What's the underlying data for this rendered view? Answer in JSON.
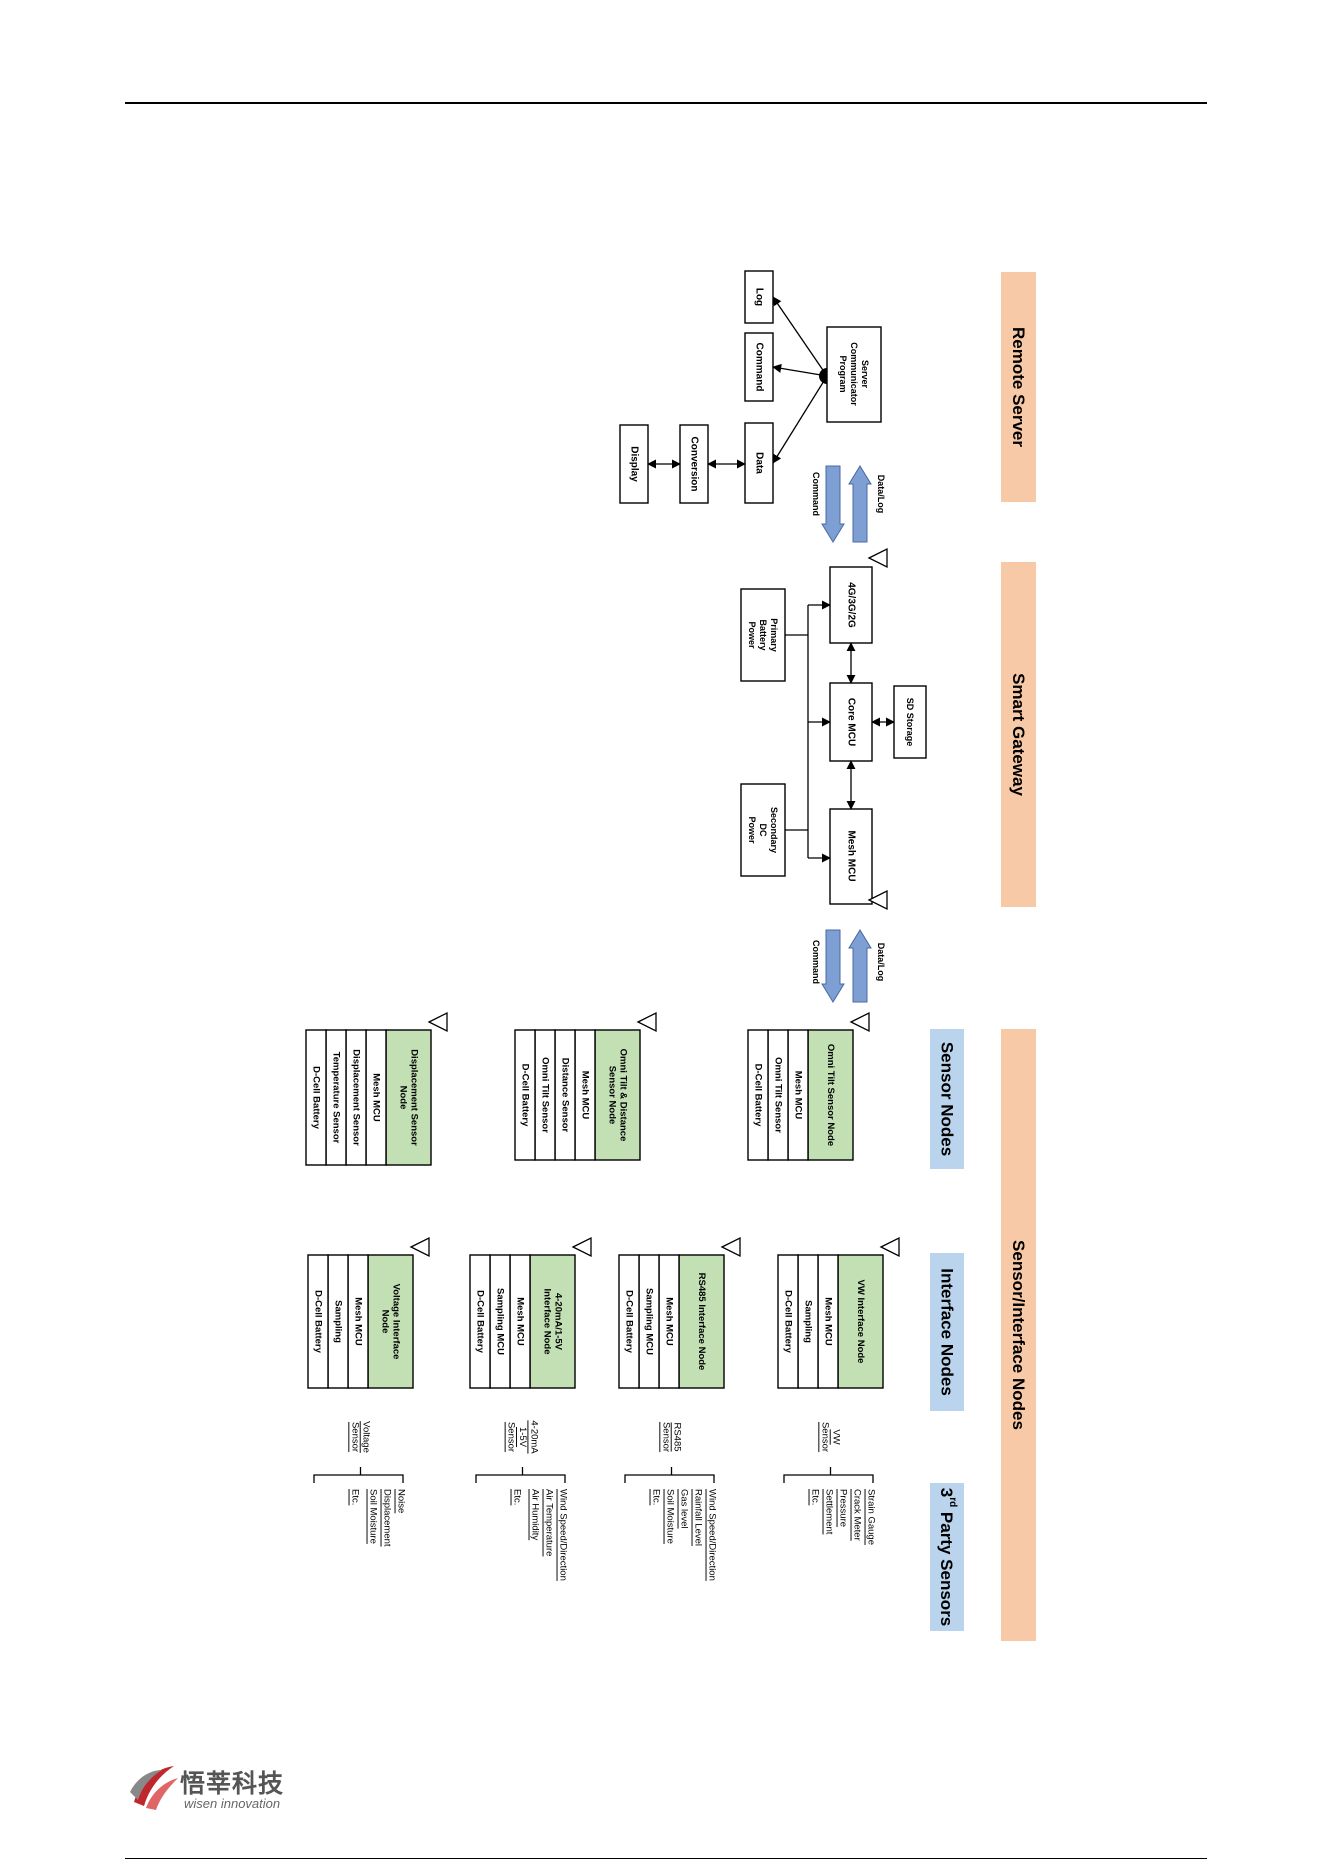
{
  "sections": {
    "remote_server": "Remote Server",
    "smart_gateway": "Smart Gateway",
    "sensor_interface_nodes": "Sensor/Interface Nodes",
    "sensor_nodes": "Sensor Nodes",
    "interface_nodes": "Interface Nodes",
    "third_party_sensors_pre": "3",
    "third_party_sensors_sup": "rd",
    "third_party_sensors_post": " Party Sensors"
  },
  "server": {
    "program": [
      "Server",
      "Communicator",
      "Program"
    ],
    "log": "Log",
    "command": "Command",
    "data": "Data",
    "conversion": "Conversion",
    "display": "Display"
  },
  "links": {
    "data_log": "Data/Log",
    "command": "Command"
  },
  "gateway": {
    "modem": "4G/3G/2G",
    "core": "Core MCU",
    "mesh": "Mesh MCU",
    "sd": "SD Storage",
    "primary": [
      "Primary",
      "Battery",
      "Power"
    ],
    "secondary": [
      "Secondary",
      "DC",
      "Power"
    ]
  },
  "sensor_nodes": [
    {
      "title": [
        "Omni Tilt Sensor Node"
      ],
      "rows": [
        "Mesh MCU",
        "Omni Tilt Sensor",
        "D-Cell Battery"
      ]
    },
    {
      "title": [
        "Omni Tilt & Distance",
        "Sensor Node"
      ],
      "rows": [
        "Mesh MCU",
        "Distance Sensor",
        "Omni Tilt Sensor",
        "D-Cell Battery"
      ]
    },
    {
      "title": [
        "Displacement Sensor",
        "Node"
      ],
      "rows": [
        "Mesh MCU",
        "Displacement Sensor",
        "Temperature Sensor",
        "D-Cell Battery"
      ]
    }
  ],
  "interface_nodes": [
    {
      "title": [
        "VW Interface Node"
      ],
      "rows": [
        "Mesh MCU",
        "Sampling",
        "D-Cell Battery"
      ],
      "sensor": [
        "VW",
        "Sensor"
      ],
      "items": [
        "Strain Gauge",
        "Crack Meter",
        "Pressure",
        "Settlement",
        "Etc."
      ]
    },
    {
      "title": [
        "RS485 Interface Node"
      ],
      "rows": [
        "Mesh MCU",
        "Sampling MCU",
        "D-Cell Battery"
      ],
      "sensor": [
        "RS485",
        "Sensor"
      ],
      "items": [
        "Wind Speed/Direction",
        "Rainfall Level",
        "Gas level",
        "Soil Moisture",
        "Etc."
      ]
    },
    {
      "title": [
        "4-20mA/1-5V",
        "Interface Node"
      ],
      "rows": [
        "Mesh MCU",
        "Sampling MCU",
        "D-Cell Battery"
      ],
      "sensor": [
        "4-20mA",
        "1-5V",
        "Sensor"
      ],
      "items": [
        "Wind Speed/Direction",
        "Air Temperature",
        "Air Humidity",
        "Etc."
      ]
    },
    {
      "title": [
        "Voltage Interface",
        "Node"
      ],
      "rows": [
        "Mesh MCU",
        "Sampling",
        "D-Cell Battery"
      ],
      "sensor": [
        "Voltage",
        "Sensor"
      ],
      "items": [
        "Noise",
        "Displacement",
        "Soil Moisture",
        "Etc."
      ]
    }
  ],
  "logo": {
    "cn": "悟莘科技",
    "en": "wisen innovation"
  },
  "colors": {
    "peach": "#f8c9a6",
    "blue_label": "#b9d4ec",
    "green": "#c2e0b4",
    "arrow": "#7e9fd3"
  }
}
